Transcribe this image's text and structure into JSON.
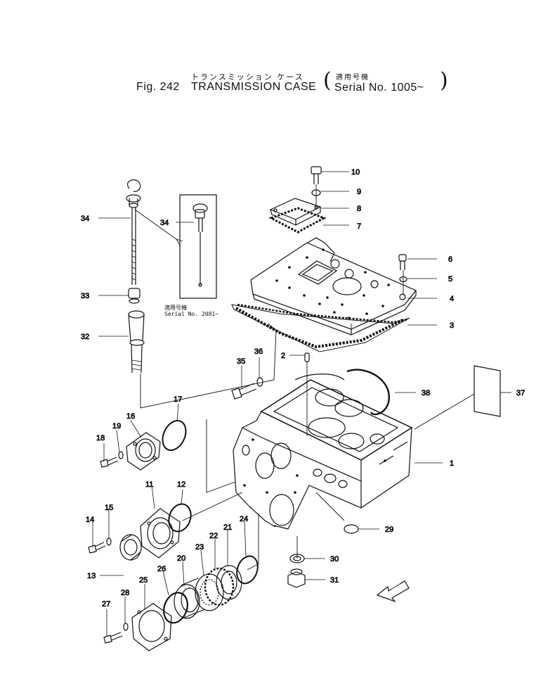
{
  "title": {
    "fig": "Fig. 242",
    "name_jp": "トランスミッション ケース",
    "name_en": "TRANSMISSION CASE",
    "serial_jp": "適用号機",
    "serial_en": "Serial No. 1005~"
  },
  "inset": {
    "serial_jp": "適用号機",
    "serial_en": "Serial No. 2081~"
  },
  "front_mark": "前方",
  "labels": [
    "1",
    "2",
    "3",
    "4",
    "5",
    "6",
    "7",
    "8",
    "9",
    "10",
    "11",
    "12",
    "13",
    "14",
    "15",
    "16",
    "17",
    "18",
    "19",
    "20",
    "21",
    "22",
    "23",
    "24",
    "25",
    "26",
    "27",
    "28",
    "29",
    "30",
    "31",
    "32",
    "33",
    "34",
    "34",
    "35",
    "36",
    "37",
    "38"
  ]
}
